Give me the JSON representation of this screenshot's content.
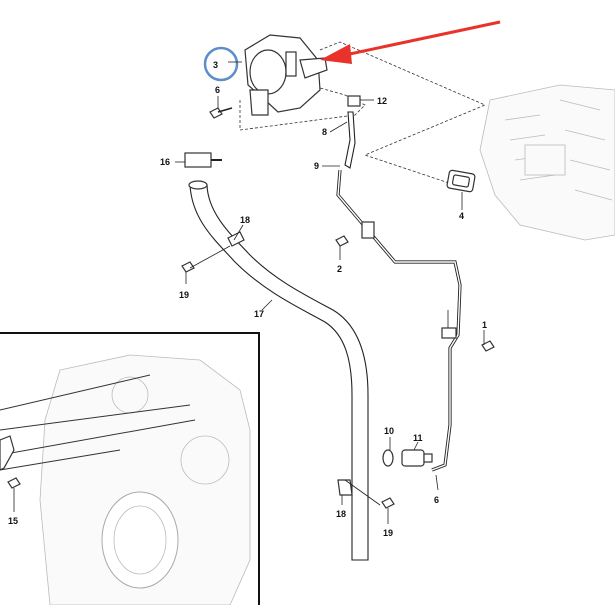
{
  "callouts": {
    "c1": "1",
    "c2": "2",
    "c3": "3",
    "c4": "4",
    "c6a": "6",
    "c6b": "6",
    "c8": "8",
    "c9": "9",
    "c10": "10",
    "c11": "11",
    "c12": "12",
    "c15": "15",
    "c16": "16",
    "c17": "17",
    "c18a": "18",
    "c18b": "18",
    "c19a": "19",
    "c19b": "19"
  },
  "colors": {
    "arrow": "#e8322a",
    "highlight_circle": "#5b8fc9"
  },
  "icons": {
    "pointer": "red-arrow",
    "highlight": "blue-circle"
  }
}
